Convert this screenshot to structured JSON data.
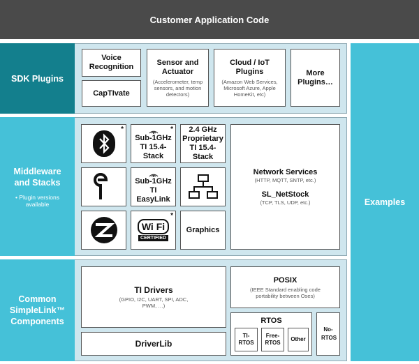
{
  "top": {
    "title": "Customer Application Code"
  },
  "sdk_plugins": {
    "label": "SDK Plugins",
    "voice": "Voice Recognition",
    "captivate": "CapTIvate",
    "sensor_title": "Sensor and Actuator",
    "sensor_sub": "(Accelerometer, temp sensors, and motion detectors)",
    "cloud_title": "Cloud / IoT Plugins",
    "cloud_sub": "(Amazon Web Services, Microsoft Azure, Apple HomeKit, etc)",
    "more": "More Plugins…"
  },
  "middleware": {
    "label": "Middleware and Stacks",
    "note": "• Plugin versions available",
    "star": "*",
    "bluetooth_icon": "bluetooth-icon",
    "thread_icon": "thread-icon",
    "zigbee_icon": "zigbee-icon",
    "wifi_badge": {
      "text": "Wi Fi",
      "sub": "CERTIFIED"
    },
    "sub1ghz_stack": "Sub-1GHz TI 15.4-Stack",
    "sub1ghz_easylink": "Sub-1GHz TI EasyLink",
    "proprietary": "2.4 GHz Proprietary TI 15.4-Stack",
    "graphics": "Graphics",
    "network_title": "Network Services",
    "network_sub": "(HTTP, MQTT, SNTP, etc.)",
    "netstock_title": "SL_NetStock",
    "netstock_sub": "(TCP, TLS, UDP, etc.)"
  },
  "common": {
    "label": "Common SimpleLink™ Components",
    "drivers_title": "TI Drivers",
    "drivers_sub": "(GPIO, I2C, UART, SPI, ADC, PWM, …)",
    "driverlib": "DriverLib",
    "posix_title": "POSIX",
    "posix_sub": "(IEEE Standard enabling code portability between Oses)",
    "rtos_title": "RTOS",
    "ti_rtos": "TI-RTOS",
    "free_rtos": "Free-RTOS",
    "other": "Other",
    "no_rtos": "No-RTOS"
  },
  "examples": {
    "label": "Examples"
  }
}
